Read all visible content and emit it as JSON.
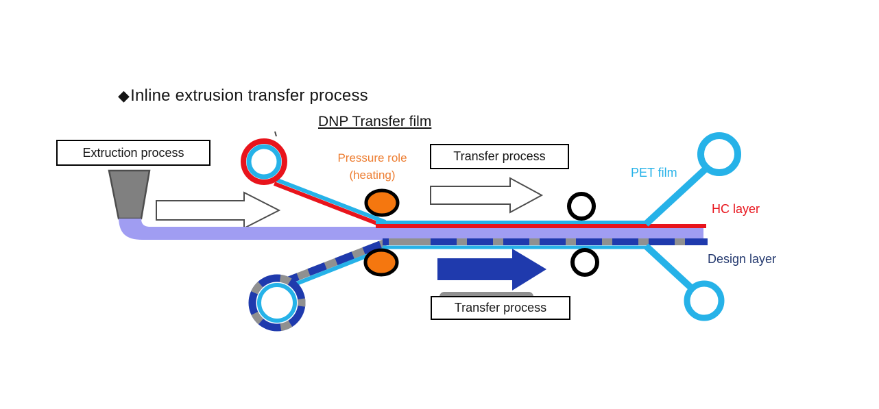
{
  "header": {
    "bullet": "◆",
    "title": "Inline extrusion transfer process",
    "subtitle": "DNP Transfer film"
  },
  "boxes": {
    "extrusion_label": "Extruction process",
    "transfer_top_label": "Transfer process",
    "transfer_bottom_label": "Transfer process"
  },
  "labels": {
    "pressure_role_line1": "Pressure role",
    "pressure_role_line2": "(heating)",
    "pet_film": "PET film",
    "hc_layer": "HC layer",
    "design_layer": "Design layer"
  },
  "colors": {
    "pet_cyan": "#26b2e8",
    "hc_red": "#e8141c",
    "substrate_lavender": "#a09df2",
    "design_gray": "#909090",
    "design_blue": "#1f3aad",
    "roller_orange": "#f5770f",
    "die_gray": "#808080",
    "label_orange": "#ed7d31",
    "label_navy": "#23386e"
  }
}
